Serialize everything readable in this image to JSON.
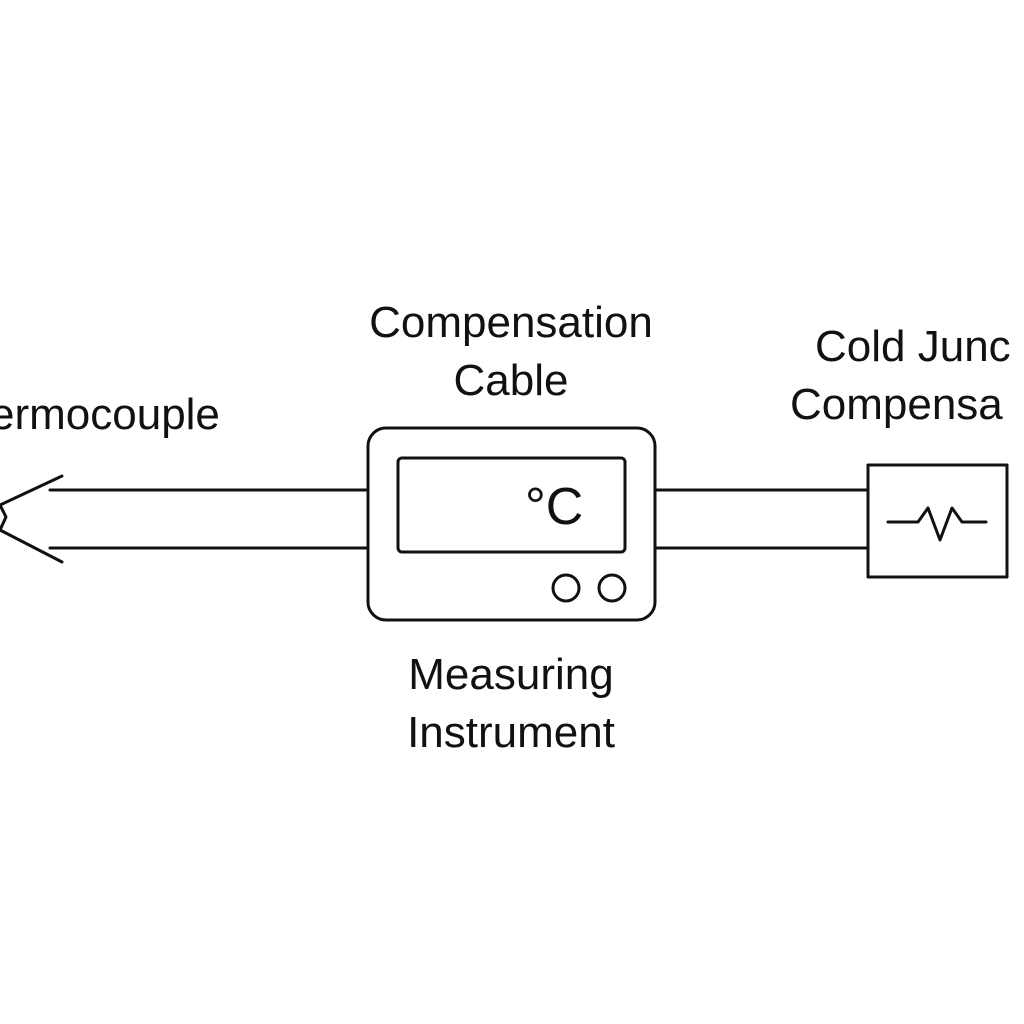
{
  "diagram": {
    "labels": {
      "thermocouple": "ermocouple",
      "compensation_cable_line1": "Compensation",
      "compensation_cable_line2": "Cable",
      "cold_junction_line1": "Cold Junc",
      "cold_junction_line2": "Compensa",
      "measuring_line1": "Measuring",
      "measuring_line2": "Instrument"
    },
    "display_unit": "°C",
    "colors": {
      "stroke": "#111111",
      "background": "#ffffff"
    },
    "icons": {
      "instrument_buttons": "circle-buttons",
      "compensator_symbol": "resistor-zigzag-icon",
      "probe_tip": "thermocouple-tip-icon"
    }
  }
}
